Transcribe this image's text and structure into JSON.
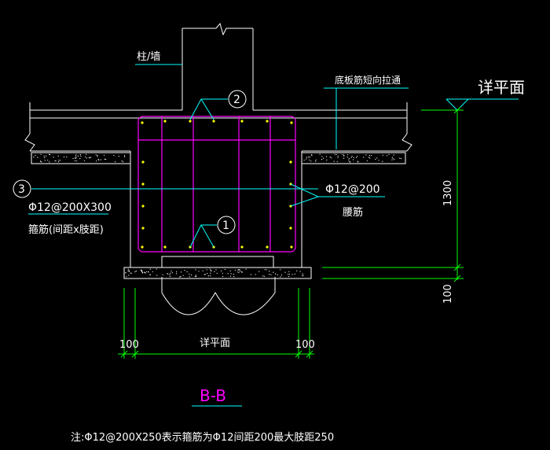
{
  "labels": {
    "column_wall": "柱/墙",
    "bottom_slab_rebar": "底板筋短向拉通",
    "detail_plan_right": "详平面",
    "callout_1": "1",
    "callout_2": "2",
    "callout_3": "3",
    "stirrup_spec": "Φ12@200X300",
    "stirrup_desc": "箍筋(间距x肢距)",
    "waist_spec": "Φ12@200",
    "waist_desc": "腰筋",
    "dim_1300": "1300",
    "dim_100_right": "100",
    "dim_100_left": "100",
    "dim_100_bottom_right": "100",
    "detail_plan_bottom": "详平面",
    "section_title": "B-B",
    "note": "注:Φ12@200X250表示箍筋为Φ12间距200最大肢距250"
  },
  "colors": {
    "background": "#000000",
    "structure": "#ffffff",
    "rebar": "#ff00ff",
    "leader": "#00ffff",
    "dimension": "#00ff00",
    "text": "#00ffff",
    "title": "#ff00ff",
    "rebar_dot": "#ffff00"
  }
}
